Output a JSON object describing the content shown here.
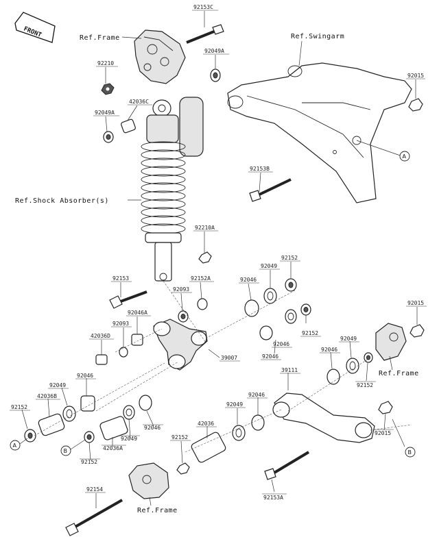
{
  "front_label": "FRONT",
  "refs": {
    "frame_top": "Ref.Frame",
    "swingarm": "Ref.Swingarm",
    "shock": "Ref.Shock Absorber(s)",
    "frame_right": "Ref.Frame",
    "frame_bottom": "Ref.Frame"
  },
  "parts": {
    "p92153C": "92153C",
    "p92049A_top": "92049A",
    "p92210": "92210",
    "p42036C": "42036C",
    "p92049A_left": "92049A",
    "p92015_top": "92015",
    "p92153B": "92153B",
    "p92210A": "92210A",
    "p92152_top": "92152",
    "p92049_top": "92049",
    "p92153": "92153",
    "p92152A": "92152A",
    "p92046_mid": "92046",
    "p92093": "92093",
    "p92046A": "92046A",
    "p92015_right": "92015",
    "p92152_mid": "92152",
    "p92046_mid2": "92046",
    "p92093_b": "92093",
    "p42036D": "42036D",
    "p39007": "39007",
    "p92046_r": "92046",
    "p92049_r": "92049",
    "p92046_rr": "92046",
    "p92046_l": "92046",
    "p92049_l": "92049",
    "p39111": "39111",
    "p92152_r": "92152",
    "p42036B": "42036B",
    "p92152_l": "92152",
    "p92049_c": "92049",
    "p92046_c": "92046",
    "p42036": "42036",
    "p92046_lc": "92046",
    "p92049_lc": "92049",
    "p42036A": "42036A",
    "p92152_b": "92152",
    "p92152_c": "92152",
    "p92015_b": "92015",
    "p92154": "92154",
    "p92153A": "92153A"
  },
  "markers": {
    "A1": "A",
    "A2": "A",
    "B1": "B",
    "B2": "B"
  }
}
